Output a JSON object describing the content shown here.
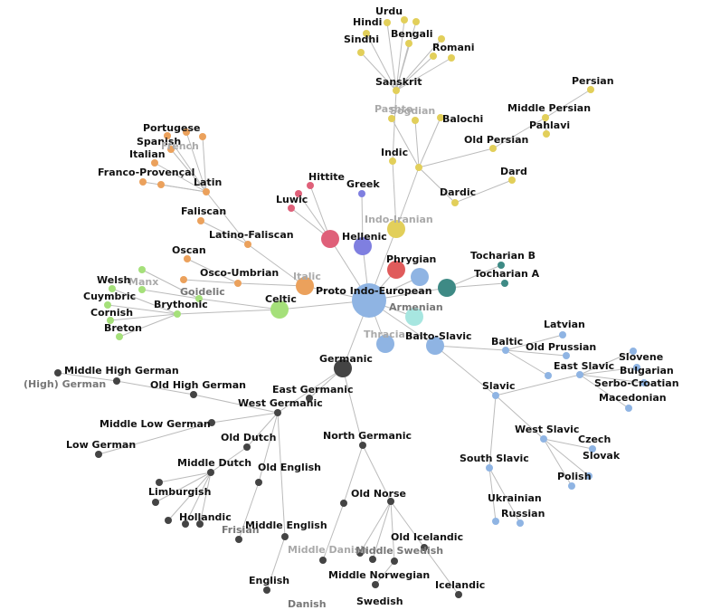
{
  "title": "",
  "colors": {
    "edge": "#bbbbbb",
    "root": "#8fb4e3",
    "sanskrit": "#e2cf5a",
    "iranian": "#e2cf5a",
    "italic": "#eba15c",
    "celtic": "#a5e07a",
    "anatolian": "#df6079",
    "hellenic": "#7f7fe0",
    "phrygian": "#e05b5b",
    "tocharian": "#3e8a85",
    "armenian": "#a7e6e0",
    "thracian": "#8fb4e3",
    "balto_slavic": "#8fb4e3",
    "germanic": "#444444"
  },
  "nodes": [
    {
      "id": "pie",
      "label": "Proto Indo-European",
      "group": "root",
      "size": "xl"
    },
    {
      "id": "indoiranian",
      "label": "Indo-Iranian",
      "group": "sanskrit",
      "size": "l",
      "faded": true
    },
    {
      "id": "indic",
      "label": "Indic",
      "group": "sanskrit",
      "size": "s"
    },
    {
      "id": "sanskrit",
      "label": "Sanskrit",
      "group": "sanskrit",
      "size": "s"
    },
    {
      "id": "hindi",
      "label": "Hindi",
      "group": "sanskrit",
      "size": "s"
    },
    {
      "id": "urdu",
      "label": "Urdu",
      "group": "sanskrit",
      "size": "s"
    },
    {
      "id": "bengali",
      "label": "Bengali",
      "group": "sanskrit",
      "size": "s"
    },
    {
      "id": "sindhi",
      "label": "Sindhi",
      "group": "sanskrit",
      "size": "s"
    },
    {
      "id": "romani",
      "label": "Romani",
      "group": "sanskrit",
      "size": "s"
    },
    {
      "id": "skt_a",
      "label": "",
      "group": "sanskrit",
      "size": "s"
    },
    {
      "id": "skt_b",
      "label": "",
      "group": "sanskrit",
      "size": "s"
    },
    {
      "id": "skt_c",
      "label": "",
      "group": "sanskrit",
      "size": "s"
    },
    {
      "id": "skt_d",
      "label": "",
      "group": "sanskrit",
      "size": "s"
    },
    {
      "id": "iranian",
      "label": "",
      "group": "iranian",
      "size": "s"
    },
    {
      "id": "pashto",
      "label": "Pashto",
      "group": "iranian",
      "size": "s",
      "faded": true
    },
    {
      "id": "sogdian",
      "label": "Sogdian",
      "group": "iranian",
      "size": "s",
      "faded": true
    },
    {
      "id": "balochi",
      "label": "Balochi",
      "group": "iranian",
      "size": "s"
    },
    {
      "id": "oldpersian",
      "label": "Old Persian",
      "group": "iranian",
      "size": "s"
    },
    {
      "id": "middlepersian",
      "label": "Middle Persian",
      "group": "iranian",
      "size": "s"
    },
    {
      "id": "persian",
      "label": "Persian",
      "group": "iranian",
      "size": "s"
    },
    {
      "id": "pahlavi",
      "label": "Pahlavi",
      "group": "iranian",
      "size": "s"
    },
    {
      "id": "dardic",
      "label": "Dardic",
      "group": "iranian",
      "size": "s"
    },
    {
      "id": "dard",
      "label": "Dard",
      "group": "iranian",
      "size": "s"
    },
    {
      "id": "italic",
      "label": "Italic",
      "group": "italic",
      "size": "l",
      "faded": true
    },
    {
      "id": "latinofaliscan",
      "label": "Latino-Faliscan",
      "group": "italic",
      "size": "s"
    },
    {
      "id": "faliscan",
      "label": "Faliscan",
      "group": "italic",
      "size": "s"
    },
    {
      "id": "latin",
      "label": "Latin",
      "group": "italic",
      "size": "s"
    },
    {
      "id": "portugese",
      "label": "Portugese",
      "group": "italic",
      "size": "s"
    },
    {
      "id": "spanish",
      "label": "Spanish",
      "group": "italic",
      "size": "s"
    },
    {
      "id": "french",
      "label": "French",
      "group": "italic",
      "size": "s",
      "faded": true
    },
    {
      "id": "italian",
      "label": "Italian",
      "group": "italic",
      "size": "s"
    },
    {
      "id": "francoprovencal",
      "label": "Franco-Provençal",
      "group": "italic",
      "size": "s"
    },
    {
      "id": "lat_a",
      "label": "",
      "group": "italic",
      "size": "s"
    },
    {
      "id": "lat_b",
      "label": "",
      "group": "italic",
      "size": "s"
    },
    {
      "id": "oscoumbrian",
      "label": "Osco-Umbrian",
      "group": "italic",
      "size": "s"
    },
    {
      "id": "oscan",
      "label": "Oscan",
      "group": "italic",
      "size": "s"
    },
    {
      "id": "umbrian",
      "label": "",
      "group": "italic",
      "size": "s"
    },
    {
      "id": "celtic",
      "label": "Celtic",
      "group": "celtic",
      "size": "l"
    },
    {
      "id": "goidelic",
      "label": "Goidelic",
      "group": "celtic",
      "size": "s",
      "mid": true
    },
    {
      "id": "manx",
      "label": "Manx",
      "group": "celtic",
      "size": "s",
      "faded": true
    },
    {
      "id": "gaelic",
      "label": "",
      "group": "celtic",
      "size": "s"
    },
    {
      "id": "brythonic",
      "label": "Brythonic",
      "group": "celtic",
      "size": "s"
    },
    {
      "id": "welsh",
      "label": "Welsh",
      "group": "celtic",
      "size": "s"
    },
    {
      "id": "cuymbric",
      "label": "Cuymbric",
      "group": "celtic",
      "size": "s"
    },
    {
      "id": "cornish",
      "label": "Cornish",
      "group": "celtic",
      "size": "s"
    },
    {
      "id": "breton",
      "label": "Breton",
      "group": "celtic",
      "size": "s"
    },
    {
      "id": "anatolian",
      "label": "",
      "group": "anatolian",
      "size": "l"
    },
    {
      "id": "hittite",
      "label": "Hittite",
      "group": "anatolian",
      "size": "s"
    },
    {
      "id": "luwic",
      "label": "Luwic",
      "group": "anatolian",
      "size": "s"
    },
    {
      "id": "anat_a",
      "label": "",
      "group": "anatolian",
      "size": "s"
    },
    {
      "id": "hellenic",
      "label": "Hellenic",
      "group": "hellenic",
      "size": "l"
    },
    {
      "id": "greek",
      "label": "Greek",
      "group": "hellenic",
      "size": "s"
    },
    {
      "id": "phrygian",
      "label": "Phrygian",
      "group": "phrygian",
      "size": "l"
    },
    {
      "id": "tocharian",
      "label": "",
      "group": "tocharian",
      "size": "l"
    },
    {
      "id": "tocharianb",
      "label": "Tocharian B",
      "group": "tocharian",
      "size": "s"
    },
    {
      "id": "toochariana",
      "label": "Tocharian A",
      "group": "tocharian",
      "size": "s"
    },
    {
      "id": "armenian",
      "label": "Armenian",
      "group": "armenian",
      "size": "l",
      "mid": true
    },
    {
      "id": "thracian",
      "label": "Thracian",
      "group": "thracian",
      "size": "l",
      "faded": true
    },
    {
      "id": "pie2",
      "label": "",
      "group": "root",
      "size": "l"
    },
    {
      "id": "baltoslavic",
      "label": "Balto-Slavic",
      "group": "balto_slavic",
      "size": "l"
    },
    {
      "id": "baltic",
      "label": "Baltic",
      "group": "balto_slavic",
      "size": "s"
    },
    {
      "id": "latvian",
      "label": "Latvian",
      "group": "balto_slavic",
      "size": "s"
    },
    {
      "id": "oldprussian",
      "label": "Old Prussian",
      "group": "balto_slavic",
      "size": "s"
    },
    {
      "id": "lithuanian",
      "label": "",
      "group": "balto_slavic",
      "size": "s"
    },
    {
      "id": "slavic",
      "label": "Slavic",
      "group": "balto_slavic",
      "size": "s"
    },
    {
      "id": "eastslavic",
      "label": "East Slavic",
      "group": "balto_slavic",
      "size": "s"
    },
    {
      "id": "slovene",
      "label": "Slovene",
      "group": "balto_slavic",
      "size": "s"
    },
    {
      "id": "bulgarian",
      "label": "Bulgarian",
      "group": "balto_slavic",
      "size": "s"
    },
    {
      "id": "serbocroatian",
      "label": "Serbo-Croatian",
      "group": "balto_slavic",
      "size": "s"
    },
    {
      "id": "macedonian",
      "label": "Macedonian",
      "group": "balto_slavic",
      "size": "s"
    },
    {
      "id": "westslavic",
      "label": "West Slavic",
      "group": "balto_slavic",
      "size": "s"
    },
    {
      "id": "czech",
      "label": "Czech",
      "group": "balto_slavic",
      "size": "s"
    },
    {
      "id": "slovak",
      "label": "Slovak",
      "group": "balto_slavic",
      "size": "s"
    },
    {
      "id": "polish",
      "label": "Polish",
      "group": "balto_slavic",
      "size": "s"
    },
    {
      "id": "southslavic",
      "label": "South Slavic",
      "group": "balto_slavic",
      "size": "s"
    },
    {
      "id": "ukrainian",
      "label": "Ukrainian",
      "group": "balto_slavic",
      "size": "s"
    },
    {
      "id": "russian",
      "label": "Russian",
      "group": "balto_slavic",
      "size": "s"
    },
    {
      "id": "germanic",
      "label": "Germanic",
      "group": "germanic",
      "size": "l"
    },
    {
      "id": "eastgermanic",
      "label": "East Germanic",
      "group": "germanic",
      "size": "s"
    },
    {
      "id": "westgermanic",
      "label": "West Germanic",
      "group": "germanic",
      "size": "s"
    },
    {
      "id": "oldhighgerman",
      "label": "Old High German",
      "group": "germanic",
      "size": "s"
    },
    {
      "id": "middlehighgerman",
      "label": "Middle High German",
      "group": "germanic",
      "size": "s"
    },
    {
      "id": "highgerman",
      "label": "(High) German",
      "group": "germanic",
      "size": "s",
      "mid": true
    },
    {
      "id": "middlelowgerman",
      "label": "Middle Low German",
      "group": "germanic",
      "size": "s"
    },
    {
      "id": "lowgerman",
      "label": "Low German",
      "group": "germanic",
      "size": "s"
    },
    {
      "id": "olddutch",
      "label": "Old Dutch",
      "group": "germanic",
      "size": "s"
    },
    {
      "id": "middledutch",
      "label": "Middle Dutch",
      "group": "germanic",
      "size": "s"
    },
    {
      "id": "limburgish",
      "label": "Limburgish",
      "group": "germanic",
      "size": "s"
    },
    {
      "id": "hollandic",
      "label": "Hollandic",
      "group": "germanic",
      "size": "s"
    },
    {
      "id": "md_a",
      "label": "",
      "group": "germanic",
      "size": "s"
    },
    {
      "id": "md_b",
      "label": "",
      "group": "germanic",
      "size": "s"
    },
    {
      "id": "md_c",
      "label": "",
      "group": "germanic",
      "size": "s"
    },
    {
      "id": "oldenglish",
      "label": "Old English",
      "group": "germanic",
      "size": "s"
    },
    {
      "id": "frisian",
      "label": "Frisian",
      "group": "germanic",
      "size": "s",
      "mid": true
    },
    {
      "id": "middleenglish",
      "label": "Middle English",
      "group": "germanic",
      "size": "s"
    },
    {
      "id": "english",
      "label": "English",
      "group": "germanic",
      "size": "s"
    },
    {
      "id": "northgermanic",
      "label": "North Germanic",
      "group": "germanic",
      "size": "s"
    },
    {
      "id": "oldnorse",
      "label": "Old Norse",
      "group": "germanic",
      "size": "s"
    },
    {
      "id": "oldicelandic",
      "label": "Old Icelandic",
      "group": "germanic",
      "size": "s"
    },
    {
      "id": "icelandic",
      "label": "Icelandic",
      "group": "germanic",
      "size": "s"
    },
    {
      "id": "middledanish",
      "label": "Middle Danish",
      "group": "germanic",
      "size": "s",
      "faded": true
    },
    {
      "id": "danish",
      "label": "Danish",
      "group": "germanic",
      "size": "s",
      "mid": true
    },
    {
      "id": "middleswedish",
      "label": "Middle Swedish",
      "group": "germanic",
      "size": "s",
      "mid": true
    },
    {
      "id": "swedish",
      "label": "Swedish",
      "group": "germanic",
      "size": "s"
    },
    {
      "id": "middlenorwegian",
      "label": "Middle Norwegian",
      "group": "germanic",
      "size": "s"
    },
    {
      "id": "norwegian",
      "label": "",
      "group": "germanic",
      "size": "s"
    }
  ],
  "edges": [
    [
      "pie",
      "indoiranian"
    ],
    [
      "pie",
      "italic"
    ],
    [
      "pie",
      "celtic"
    ],
    [
      "pie",
      "anatolian"
    ],
    [
      "pie",
      "hellenic"
    ],
    [
      "pie",
      "phrygian"
    ],
    [
      "pie",
      "tocharian"
    ],
    [
      "pie",
      "armenian"
    ],
    [
      "pie",
      "thracian"
    ],
    [
      "pie",
      "baltoslavic"
    ],
    [
      "pie",
      "germanic"
    ],
    [
      "pie",
      "pie2"
    ],
    [
      "indoiranian",
      "indic"
    ],
    [
      "indoiranian",
      "iranian"
    ],
    [
      "indic",
      "sanskrit"
    ],
    [
      "sanskrit",
      "hindi"
    ],
    [
      "sanskrit",
      "urdu"
    ],
    [
      "sanskrit",
      "bengali"
    ],
    [
      "sanskrit",
      "sindhi"
    ],
    [
      "sanskrit",
      "romani"
    ],
    [
      "sanskrit",
      "skt_a"
    ],
    [
      "sanskrit",
      "skt_b"
    ],
    [
      "sanskrit",
      "skt_c"
    ],
    [
      "sanskrit",
      "skt_d"
    ],
    [
      "iranian",
      "pashto"
    ],
    [
      "iranian",
      "sogdian"
    ],
    [
      "iranian",
      "balochi"
    ],
    [
      "iranian",
      "oldpersian"
    ],
    [
      "iranian",
      "dardic"
    ],
    [
      "oldpersian",
      "middlepersian"
    ],
    [
      "middlepersian",
      "persian"
    ],
    [
      "middlepersian",
      "pahlavi"
    ],
    [
      "dardic",
      "dard"
    ],
    [
      "italic",
      "latinofaliscan"
    ],
    [
      "italic",
      "oscoumbrian"
    ],
    [
      "latinofaliscan",
      "faliscan"
    ],
    [
      "latinofaliscan",
      "latin"
    ],
    [
      "latin",
      "portugese"
    ],
    [
      "latin",
      "spanish"
    ],
    [
      "latin",
      "french"
    ],
    [
      "latin",
      "italian"
    ],
    [
      "latin",
      "francoprovencal"
    ],
    [
      "latin",
      "lat_a"
    ],
    [
      "latin",
      "lat_b"
    ],
    [
      "oscoumbrian",
      "oscan"
    ],
    [
      "oscoumbrian",
      "umbrian"
    ],
    [
      "celtic",
      "goidelic"
    ],
    [
      "celtic",
      "brythonic"
    ],
    [
      "goidelic",
      "manx"
    ],
    [
      "goidelic",
      "gaelic"
    ],
    [
      "brythonic",
      "welsh"
    ],
    [
      "brythonic",
      "cuymbric"
    ],
    [
      "brythonic",
      "cornish"
    ],
    [
      "brythonic",
      "breton"
    ],
    [
      "anatolian",
      "hittite"
    ],
    [
      "anatolian",
      "luwic"
    ],
    [
      "anatolian",
      "anat_a"
    ],
    [
      "hellenic",
      "greek"
    ],
    [
      "tocharian",
      "tocharianb"
    ],
    [
      "tocharian",
      "toochariana"
    ],
    [
      "baltoslavic",
      "baltic"
    ],
    [
      "baltoslavic",
      "slavic"
    ],
    [
      "baltic",
      "latvian"
    ],
    [
      "baltic",
      "oldprussian"
    ],
    [
      "baltic",
      "lithuanian"
    ],
    [
      "slavic",
      "eastslavic"
    ],
    [
      "slavic",
      "westslavic"
    ],
    [
      "slavic",
      "southslavic"
    ],
    [
      "eastslavic",
      "slovene"
    ],
    [
      "eastslavic",
      "bulgarian"
    ],
    [
      "eastslavic",
      "serbocroatian"
    ],
    [
      "eastslavic",
      "macedonian"
    ],
    [
      "westslavic",
      "czech"
    ],
    [
      "westslavic",
      "slovak"
    ],
    [
      "westslavic",
      "polish"
    ],
    [
      "southslavic",
      "ukrainian"
    ],
    [
      "southslavic",
      "russian"
    ],
    [
      "germanic",
      "eastgermanic"
    ],
    [
      "germanic",
      "westgermanic"
    ],
    [
      "germanic",
      "northgermanic"
    ],
    [
      "westgermanic",
      "oldhighgerman"
    ],
    [
      "oldhighgerman",
      "middlehighgerman"
    ],
    [
      "middlehighgerman",
      "highgerman"
    ],
    [
      "westgermanic",
      "middlelowgerman"
    ],
    [
      "middlelowgerman",
      "lowgerman"
    ],
    [
      "westgermanic",
      "olddutch"
    ],
    [
      "olddutch",
      "middledutch"
    ],
    [
      "middledutch",
      "limburgish"
    ],
    [
      "middledutch",
      "hollandic"
    ],
    [
      "middledutch",
      "md_a"
    ],
    [
      "middledutch",
      "md_b"
    ],
    [
      "middledutch",
      "md_c"
    ],
    [
      "westgermanic",
      "oldenglish"
    ],
    [
      "oldenglish",
      "frisian"
    ],
    [
      "westgermanic",
      "middleenglish"
    ],
    [
      "middleenglish",
      "english"
    ],
    [
      "northgermanic",
      "oldnorse"
    ],
    [
      "northgermanic",
      "middledanish"
    ],
    [
      "middledanish",
      "danish"
    ],
    [
      "oldnorse",
      "oldicelandic"
    ],
    [
      "oldicelandic",
      "icelandic"
    ],
    [
      "oldnorse",
      "middleswedish"
    ],
    [
      "middleswedish",
      "swedish"
    ],
    [
      "oldnorse",
      "middlenorwegian"
    ],
    [
      "oldnorse",
      "norwegian"
    ]
  ]
}
